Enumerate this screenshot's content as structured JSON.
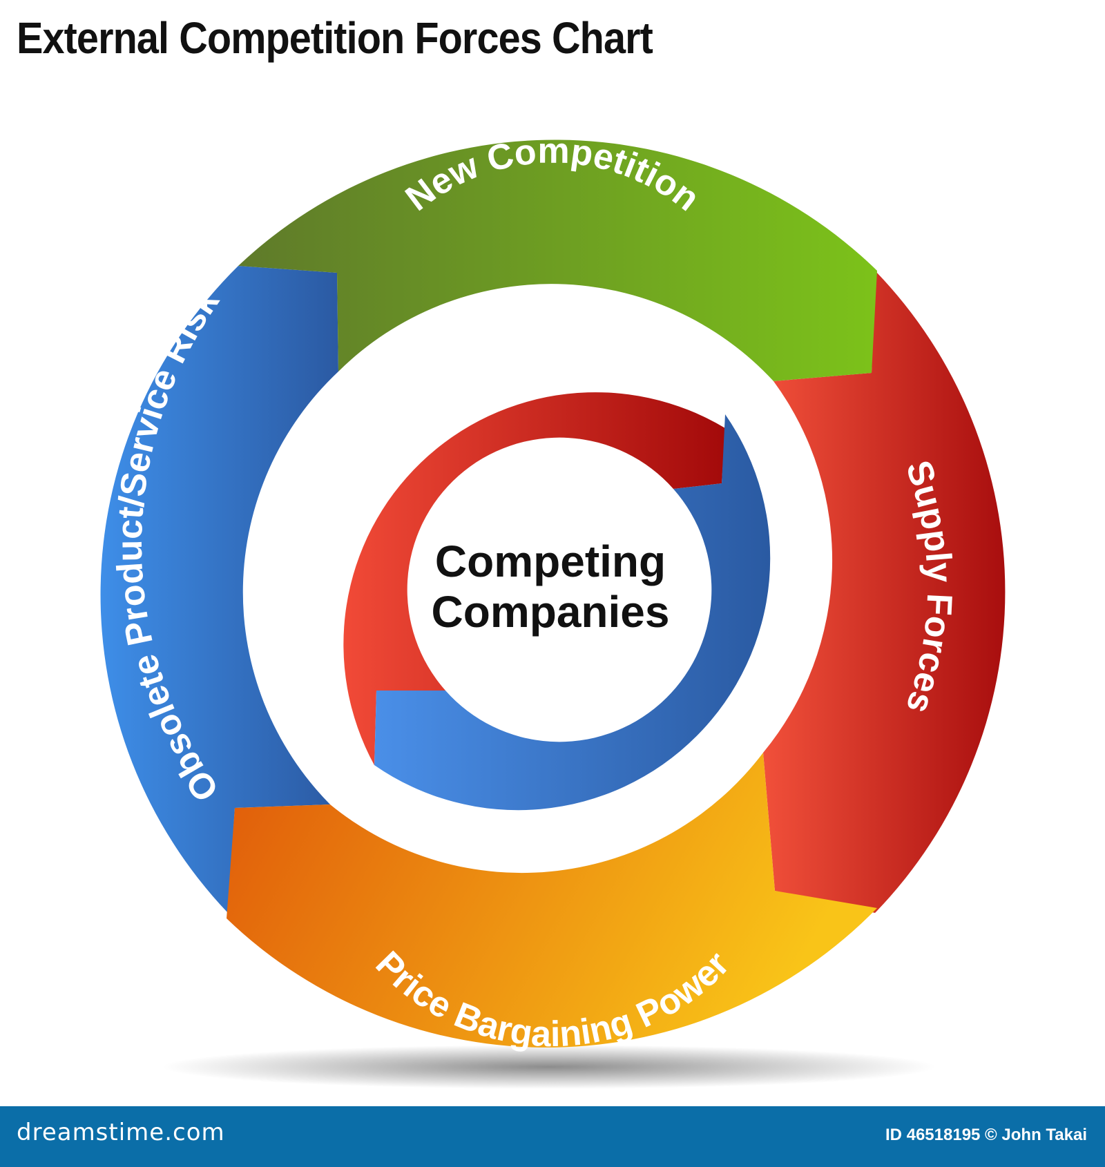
{
  "title": "External Competition Forces Chart",
  "outer_ring": [
    {
      "label": "New Competition",
      "color_start": "#5f7a2a",
      "color_end": "#7cc21a"
    },
    {
      "label": "Supply Forces",
      "color_start": "#f1503a",
      "color_end": "#a80e0e"
    },
    {
      "label": "Price Bargaining Power",
      "color_start": "#e05a0a",
      "color_end": "#f9c418"
    },
    {
      "label": "Obsolete Product/Service Risk",
      "color_start": "#3e8ee8",
      "color_end": "#2b5aa3"
    }
  ],
  "inner_ring": [
    {
      "name": "red-arrow",
      "color_start": "#f14a37",
      "color_end": "#a30a0a"
    },
    {
      "name": "blue-arrow",
      "color_start": "#4a8fe8",
      "color_end": "#2a5aa2"
    }
  ],
  "center": {
    "line1": "Competing",
    "line2": "Companies"
  },
  "footer": {
    "logo": "dreamstime.com",
    "credit": "ID 46518195 © John Takai",
    "color": "#0b6ea8"
  }
}
